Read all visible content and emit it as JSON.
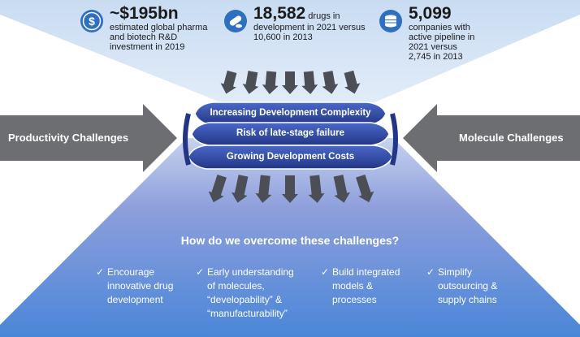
{
  "stats": [
    {
      "icon": "dollar-coin-icon",
      "value": "~$195bn",
      "lines": [
        "estimated global pharma",
        "and biotech R&D",
        "investment in 2019"
      ]
    },
    {
      "icon": "pills-icon",
      "value": "18,582",
      "inline": "drugs in",
      "lines": [
        "development in 2021 versus",
        "10,600 in 2013"
      ]
    },
    {
      "icon": "coin-stack-icon",
      "value": "5,099",
      "lines": [
        "companies with",
        "active pipeline in",
        "2021 versus",
        "2,745 in 2013"
      ]
    }
  ],
  "left_challenge": "Productivity Challenges",
  "right_challenge": "Molecule Challenges",
  "coil": [
    "Increasing Development Complexity",
    "Risk of late-stage failure",
    "Growing Development Costs"
  ],
  "question": "How do we overcome these challenges?",
  "check_glyph": "✓",
  "solutions": [
    {
      "lines": [
        "Encourage",
        "innovative drug",
        "development"
      ]
    },
    {
      "lines": [
        "Early understanding",
        "of molecules,",
        "“developability” &",
        "“manufacturability”"
      ]
    },
    {
      "lines": [
        "Build integrated",
        "models &",
        "processes"
      ]
    },
    {
      "lines": [
        "Simplify",
        "outsourcing &",
        "supply chains"
      ]
    }
  ],
  "colors": {
    "band": "#2d3f9a",
    "arrow": "#4b4e55",
    "side_arrow": "#6d6e71",
    "icon": "#2f6fc0"
  }
}
